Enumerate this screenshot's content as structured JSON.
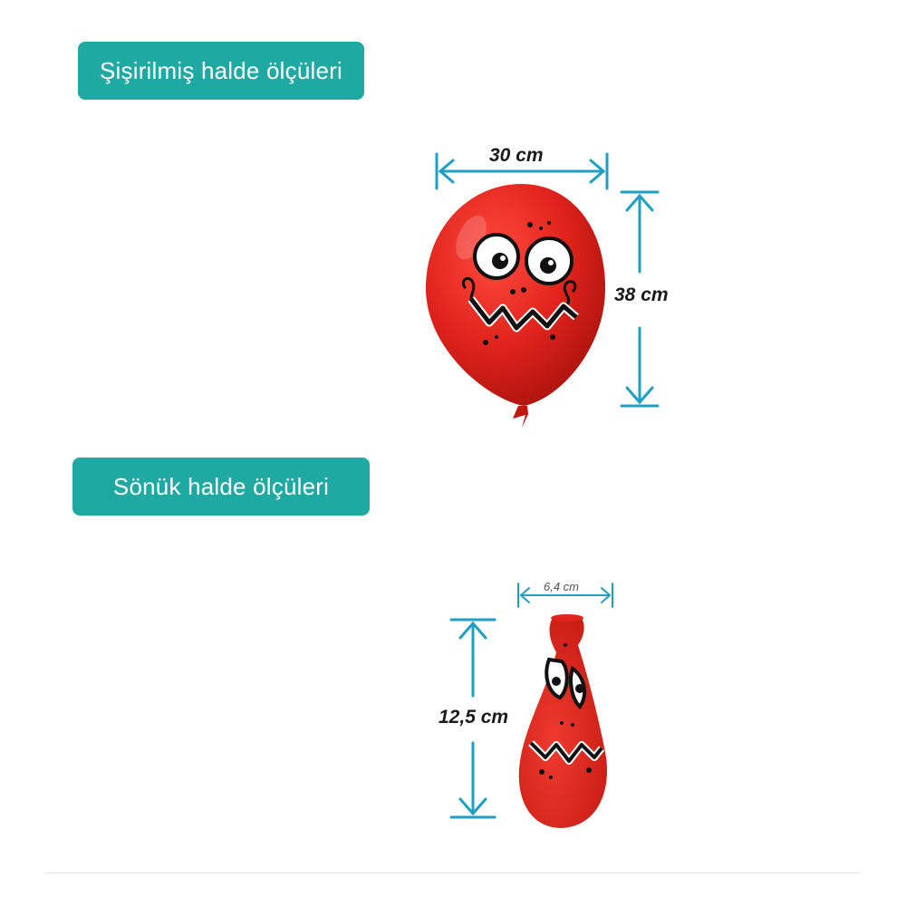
{
  "sections": {
    "inflated": {
      "title": "Şişirilmiş halde ölçüleri",
      "width_label": "30 cm",
      "height_label": "38 cm"
    },
    "deflated": {
      "title": "Sönük halde ölçüleri",
      "width_label": "6,4 cm",
      "height_label": "12,5 cm"
    }
  },
  "colors": {
    "pill": "#1fa9a3",
    "arrow": "#1f9fc6",
    "balloon": "#e0231c",
    "balloon_dark": "#b5150f",
    "face": "#111111"
  },
  "icons": [
    "balloon-inflated-icon",
    "balloon-deflated-icon",
    "dimension-arrow-icon"
  ]
}
